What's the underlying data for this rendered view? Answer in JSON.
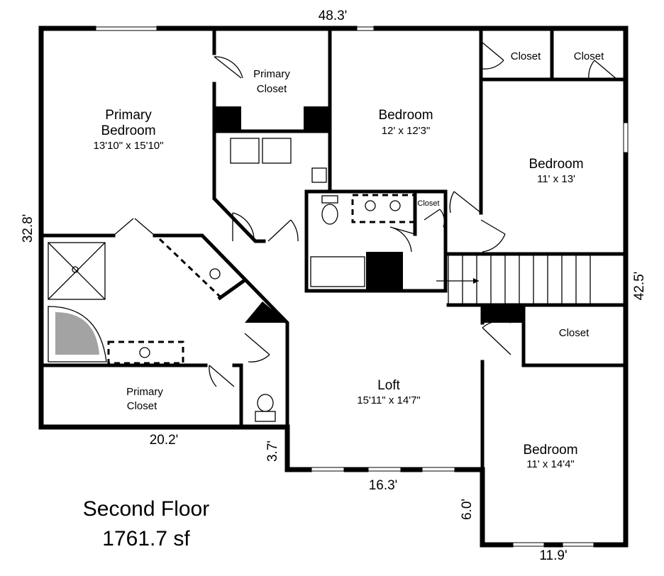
{
  "title": "Second Floor",
  "area": "1761.7 sf",
  "rooms": {
    "primary_bedroom": {
      "name_line1": "Primary",
      "name_line2": "Bedroom",
      "size": "13'10\" x 15'10\""
    },
    "primary_closet_top": {
      "line1": "Primary",
      "line2": "Closet"
    },
    "primary_closet_bottom": {
      "line1": "Primary",
      "line2": "Closet"
    },
    "bedroom_center": {
      "name": "Bedroom",
      "size": "12' x 12'3\""
    },
    "bedroom_right": {
      "name": "Bedroom",
      "size": "11' x 13'"
    },
    "bedroom_bottom": {
      "name": "Bedroom",
      "size": "11' x 14'4\""
    },
    "loft": {
      "name": "Loft",
      "size": "15'11\" x 14'7\""
    },
    "closet_top_a": "Closet",
    "closet_top_b": "Closet",
    "closet_bath": "Closet",
    "closet_right": "Closet"
  },
  "dimensions": {
    "top": "48.3'",
    "left": "32.8'",
    "right": "42.5'",
    "bottom_left": "20.2'",
    "step": "3.7'",
    "loft_bottom": "16.3'",
    "bedroom_step": "6.0'",
    "bedroom_bottom": "11.9'"
  }
}
